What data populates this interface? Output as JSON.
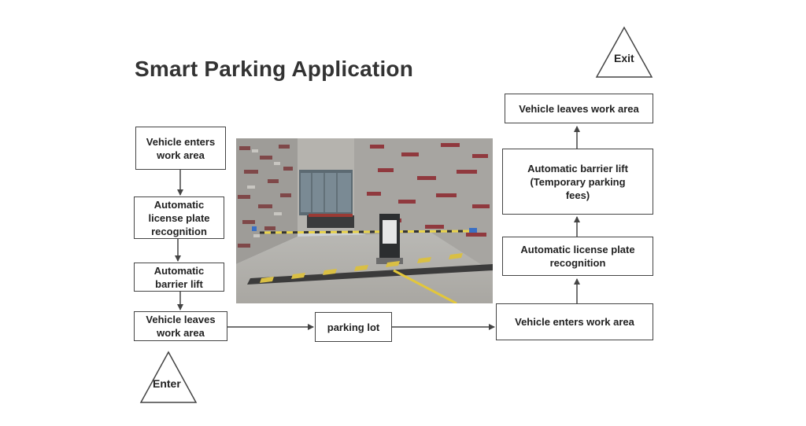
{
  "title": "Smart Parking Application",
  "left_flow": {
    "step1": "Vehicle enters work area",
    "step2": "Automatic license plate recognition",
    "step3": "Automatic barrier lift",
    "step4": "Vehicle leaves work area"
  },
  "middle": {
    "parking_lot": "parking lot"
  },
  "right_flow": {
    "step1": "Vehicle enters work area",
    "step2": "Automatic license plate recognition",
    "step3": "Automatic barrier lift (Temporary parking fees)",
    "step4": "Vehicle leaves work area"
  },
  "markers": {
    "enter": "Enter",
    "exit": "Exit"
  },
  "colors": {
    "line": "#444444",
    "box_border": "#444444",
    "title": "#333333"
  }
}
